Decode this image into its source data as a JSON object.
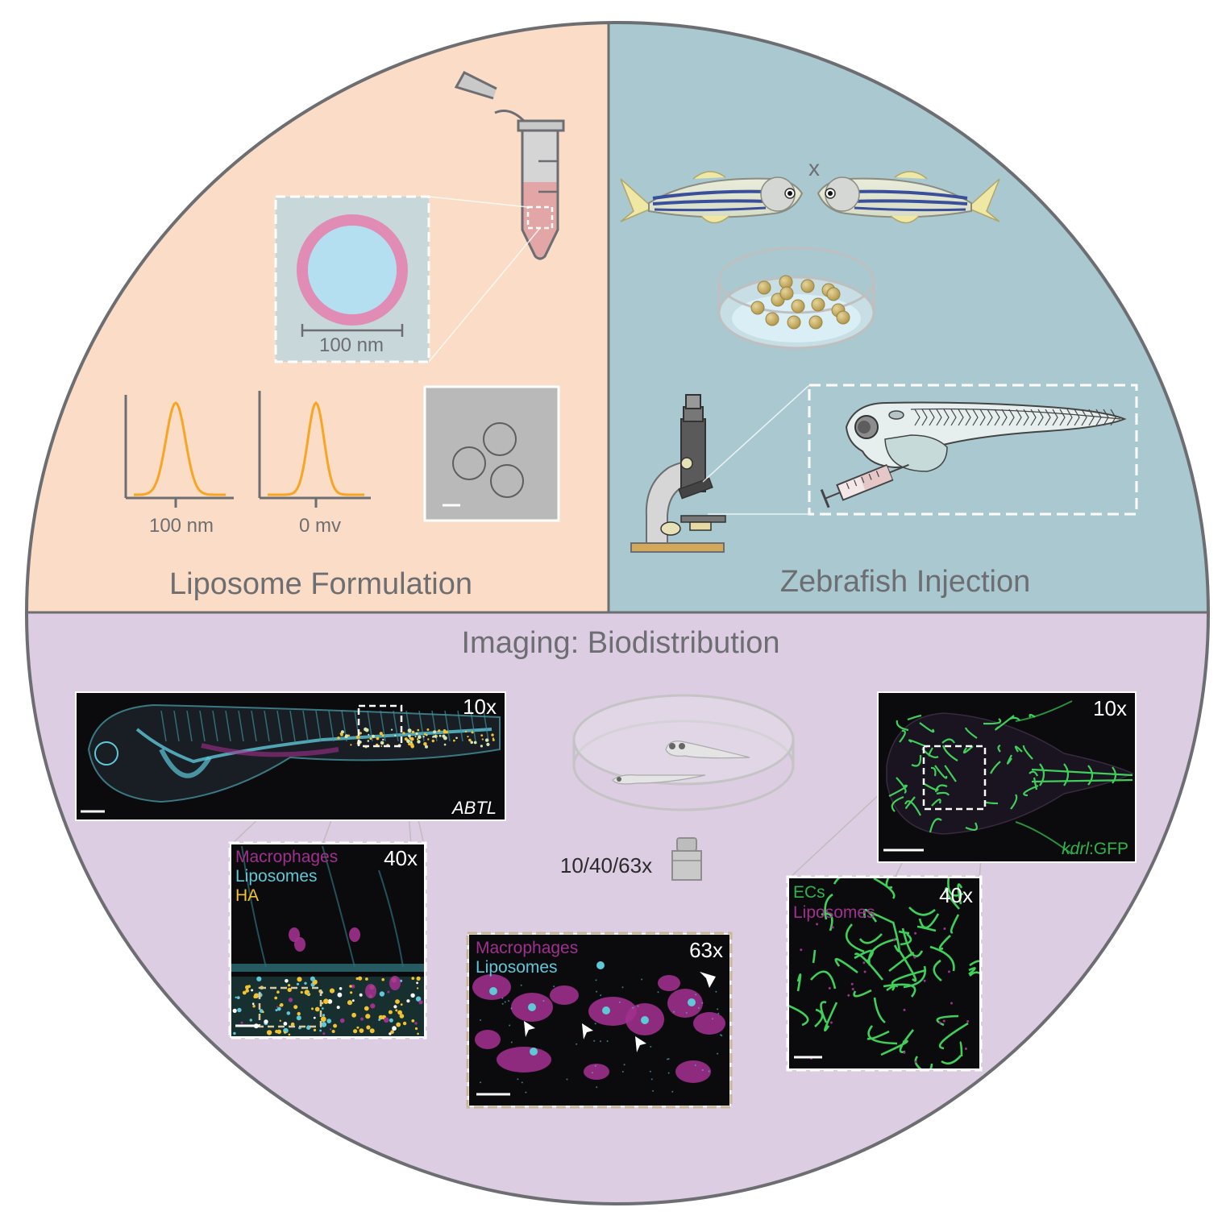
{
  "colors": {
    "formulation_bg": "#fbdcc6",
    "injection_bg": "#a9c8d0",
    "imaging_bg": "#dccde3",
    "outline": "#6d6e71",
    "label_gray": "#6d6e71",
    "curve_orange": "#f6a623",
    "liposome_pink": "#e08cb5",
    "liposome_core": "#b3dff0",
    "magenta": "#a0308e",
    "cyan": "#5ec8d8",
    "yellow": "#f2c230",
    "green": "#2fb34a",
    "black_panel": "#0b0b0e"
  },
  "formulation": {
    "title": "Liposome Formulation",
    "size_label": "100 nm",
    "size_axis_label": "100 nm",
    "zeta_axis_label": "0 mv"
  },
  "injection": {
    "title": "Zebrafish Injection",
    "cross_symbol": "x"
  },
  "imaging": {
    "title": "Imaging: Biodistribution",
    "objective_label": "10/40/63x",
    "panel_abtl": {
      "mag": "10x",
      "strain": "ABTL"
    },
    "panel_abtl_40x": {
      "mag": "40x",
      "legend": [
        "Macrophages",
        "Liposomes",
        "HA"
      ]
    },
    "panel_63x": {
      "mag": "63x",
      "legend": [
        "Macrophages",
        "Liposomes"
      ]
    },
    "panel_kdrl": {
      "mag": "10x",
      "strain_gene": "kdrl",
      "strain_suffix": ":GFP"
    },
    "panel_kdrl_40x": {
      "mag": "40x",
      "legend": [
        "ECs",
        "Liposomes"
      ]
    }
  }
}
